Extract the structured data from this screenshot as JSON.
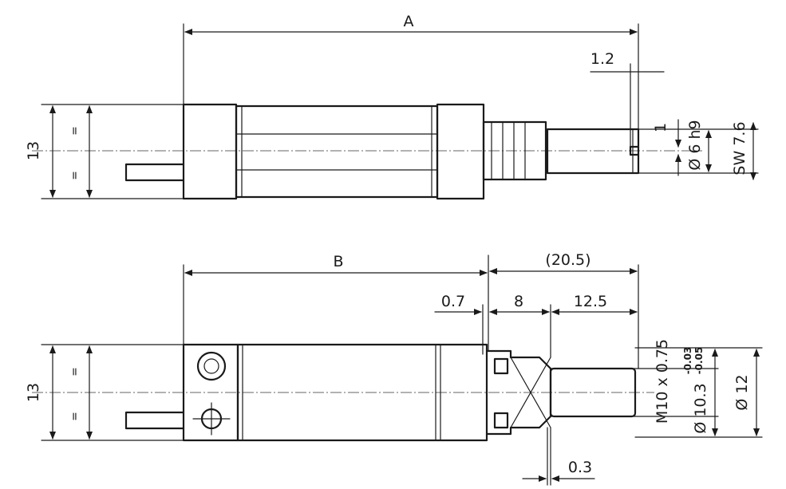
{
  "dimensions": {
    "top": {
      "overall": "A",
      "step": "1.2",
      "slot_depth": "1",
      "shaft": "Ø 6 h9",
      "wrench": "SW 7.6",
      "height": "13",
      "equal_mark": "="
    },
    "bottom": {
      "overall": "B",
      "extension": "(20.5)",
      "gap": "0.7",
      "flange": "8",
      "pin": "12.5",
      "offset": "0.3",
      "thread": "M10 x 0.75",
      "spigot": "Ø 10.3",
      "spigot_tol_upper": "-0.03",
      "spigot_tol_lower": "-0.05",
      "pin_dia": "Ø 12",
      "height": "13",
      "equal_mark": "="
    }
  }
}
